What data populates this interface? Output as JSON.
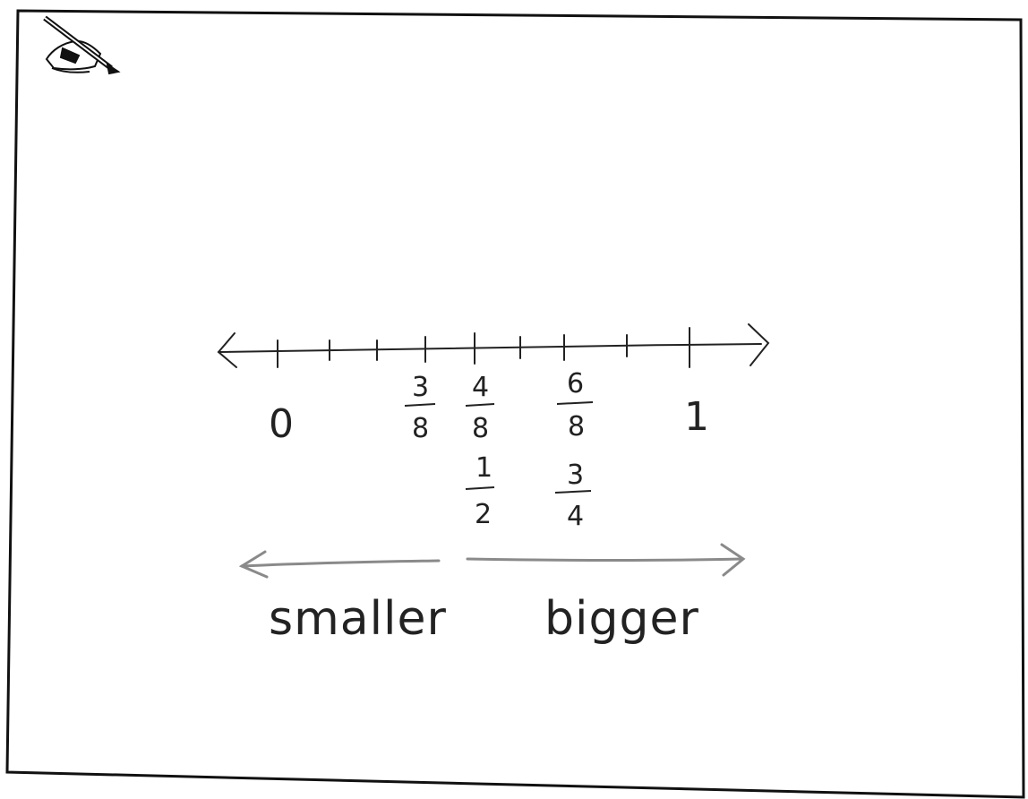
{
  "icon": "pencil-hand-icon",
  "number_line": {
    "start_label": "0",
    "end_label": "1",
    "top_fractions": [
      {
        "num": "3",
        "den": "8",
        "value": 0.375
      },
      {
        "num": "4",
        "den": "8",
        "value": 0.5
      },
      {
        "num": "6",
        "den": "8",
        "value": 0.75
      }
    ],
    "equivalents": [
      {
        "num": "1",
        "den": "2",
        "value": 0.5
      },
      {
        "num": "3",
        "den": "4",
        "value": 0.75
      }
    ]
  },
  "directions": {
    "left_label": "smaller",
    "right_label": "bigger"
  },
  "colors": {
    "ink": "#222222",
    "pencil_gray": "#8a8a8a",
    "border": "#111111"
  }
}
